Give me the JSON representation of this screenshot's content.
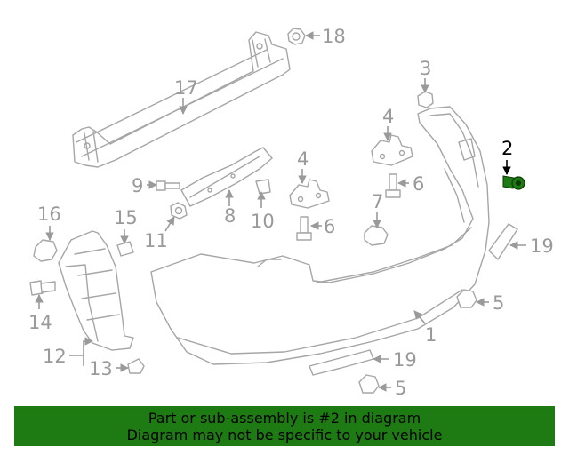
{
  "callouts": {
    "c1": "1",
    "c2": "2",
    "c3": "3",
    "c4a": "4",
    "c4b": "4",
    "c5a": "5",
    "c5b": "5",
    "c6a": "6",
    "c6b": "6",
    "c7": "7",
    "c8": "8",
    "c9": "9",
    "c10": "10",
    "c11": "11",
    "c12": "12",
    "c13": "13",
    "c14": "14",
    "c15": "15",
    "c16": "16",
    "c17": "17",
    "c18": "18",
    "c19a": "19",
    "c19b": "19"
  },
  "highlight": {
    "part_number": "2",
    "color": "#1e7a12"
  },
  "banner": {
    "line1": "Part or sub-assembly is #2 in diagram",
    "line2": "Diagram may not be specific to your vehicle",
    "background": "#1e7a12"
  },
  "colors": {
    "line_art": "#a6a6a6",
    "label": "#9a9a9a",
    "highlight_label": "#000000"
  }
}
